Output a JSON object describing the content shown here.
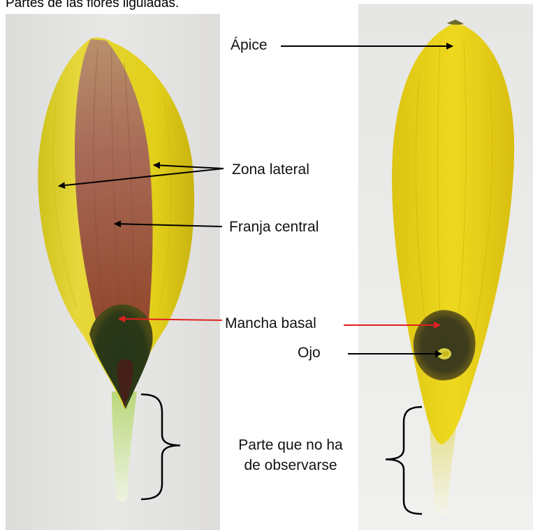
{
  "caption": "Partes de las flores liguladas.",
  "labels": {
    "apice": "Ápice",
    "zona_lateral": "Zona lateral",
    "franja_central": "Franja central",
    "mancha_basal": "Mancha basal",
    "ojo": "Ojo",
    "parte_line1": "Parte que no ha",
    "parte_line2": "de observarse"
  },
  "colors": {
    "petal_yellow": "#e8d21c",
    "central_stripe": "#9e5a52",
    "basal_spot": "#2e3a18",
    "claw_green": "#cfe3a8",
    "background_left": "#e4e4e2",
    "background_right": "#ececea",
    "arrow_black": "#000000",
    "arrow_red": "#e02020"
  }
}
